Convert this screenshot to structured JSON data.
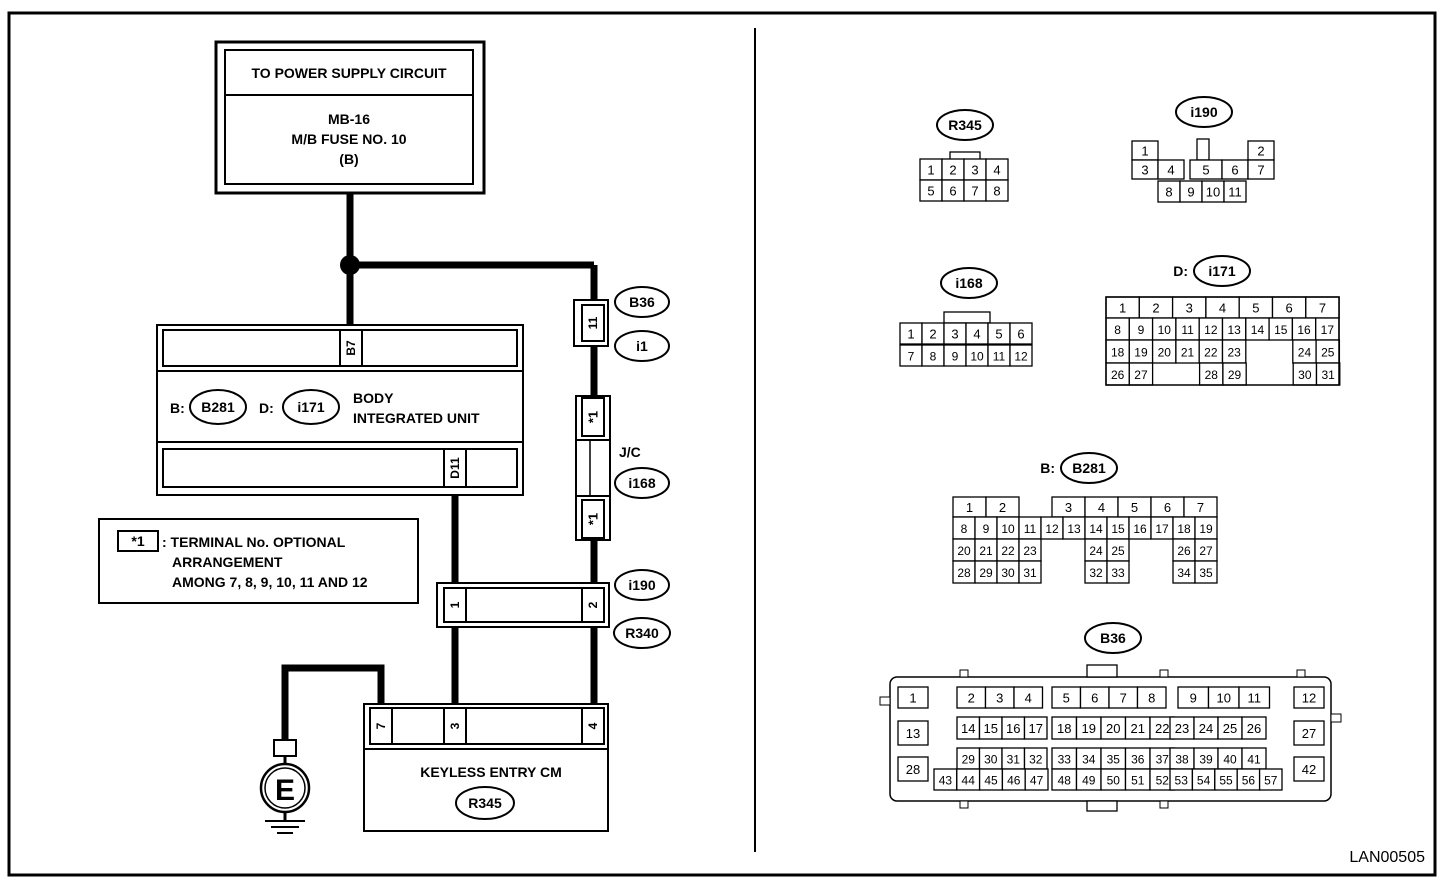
{
  "power_supply": {
    "header": "TO POWER SUPPLY CIRCUIT",
    "line1": "MB-16",
    "line2": "M/B FUSE NO. 10",
    "line3": "(B)"
  },
  "body_unit": {
    "prefix_b": "B:",
    "conn_b": "B281",
    "prefix_d": "D:",
    "conn_d": "i171",
    "name_line1": "BODY",
    "name_line2": "INTEGRATED UNIT",
    "pin_top": "B7",
    "pin_bottom": "D11"
  },
  "junction": {
    "b36": "B36",
    "i1": "i1",
    "pin_11": "11",
    "star_top": "*1",
    "star_bottom": "*1",
    "jc_label": "J/C",
    "jc_conn": "i168",
    "i190": "i190",
    "r340": "R340",
    "pin_1": "1",
    "pin_2": "2"
  },
  "note": {
    "tag": "*1",
    "line1": ": TERMINAL No. OPTIONAL",
    "line2": "ARRANGEMENT",
    "line3": "AMONG 7, 8, 9, 10, 11 AND 12"
  },
  "keyless": {
    "pin_7": "7",
    "pin_3": "3",
    "pin_4": "4",
    "name": "KEYLESS ENTRY CM",
    "conn": "R345"
  },
  "ground": {
    "label": "E"
  },
  "connectors": {
    "r345": {
      "label": "R345",
      "rows": [
        [
          "1",
          "2",
          "3",
          "4"
        ],
        [
          "5",
          "6",
          "7",
          "8"
        ]
      ]
    },
    "i190": {
      "label": "i190",
      "row1": [
        "1",
        "2"
      ],
      "row2": [
        "3",
        "4",
        "5",
        "6",
        "7"
      ],
      "row3": [
        "8",
        "9",
        "10",
        "11"
      ]
    },
    "i168": {
      "label": "i168",
      "rows": [
        [
          "1",
          "2",
          "3",
          "4",
          "5",
          "6"
        ],
        [
          "7",
          "8",
          "9",
          "10",
          "11",
          "12"
        ]
      ]
    },
    "i171": {
      "prefix": "D:",
      "label": "i171",
      "row1": [
        "1",
        "2",
        "3",
        "4",
        "5",
        "6",
        "7"
      ],
      "row2": [
        "8",
        "9",
        "10",
        "11",
        "12",
        "13",
        "14",
        "15",
        "16",
        "17"
      ],
      "row3": [
        "18",
        "19",
        "20",
        "21",
        "22",
        "23",
        "24",
        "25"
      ],
      "row4": [
        "26",
        "27",
        "28",
        "29",
        "30",
        "31"
      ]
    },
    "b281": {
      "prefix": "B:",
      "label": "B281",
      "row1": [
        "1",
        "2",
        "3",
        "4",
        "5",
        "6",
        "7"
      ],
      "row2": [
        "8",
        "9",
        "10",
        "11",
        "12",
        "13",
        "14",
        "15",
        "16",
        "17",
        "18",
        "19"
      ],
      "row3": [
        "20",
        "21",
        "22",
        "23",
        "24",
        "25",
        "26",
        "27"
      ],
      "row4": [
        "28",
        "29",
        "30",
        "31",
        "32",
        "33",
        "34",
        "35"
      ]
    },
    "b36": {
      "label": "B36",
      "row1": [
        "1",
        "2",
        "3",
        "4",
        "5",
        "6",
        "7",
        "8",
        "9",
        "10",
        "11",
        "12"
      ],
      "row2": [
        "13",
        "14",
        "15",
        "16",
        "17",
        "18",
        "19",
        "20",
        "21",
        "22",
        "23",
        "24",
        "25",
        "26",
        "27"
      ],
      "row3": [
        "28",
        "29",
        "30",
        "31",
        "32",
        "33",
        "34",
        "35",
        "36",
        "37",
        "38",
        "39",
        "40",
        "41",
        "42"
      ],
      "row4": [
        "43",
        "44",
        "45",
        "46",
        "47",
        "48",
        "49",
        "50",
        "51",
        "52",
        "53",
        "54",
        "55",
        "56",
        "57"
      ]
    }
  },
  "figure_id": "LAN00505"
}
